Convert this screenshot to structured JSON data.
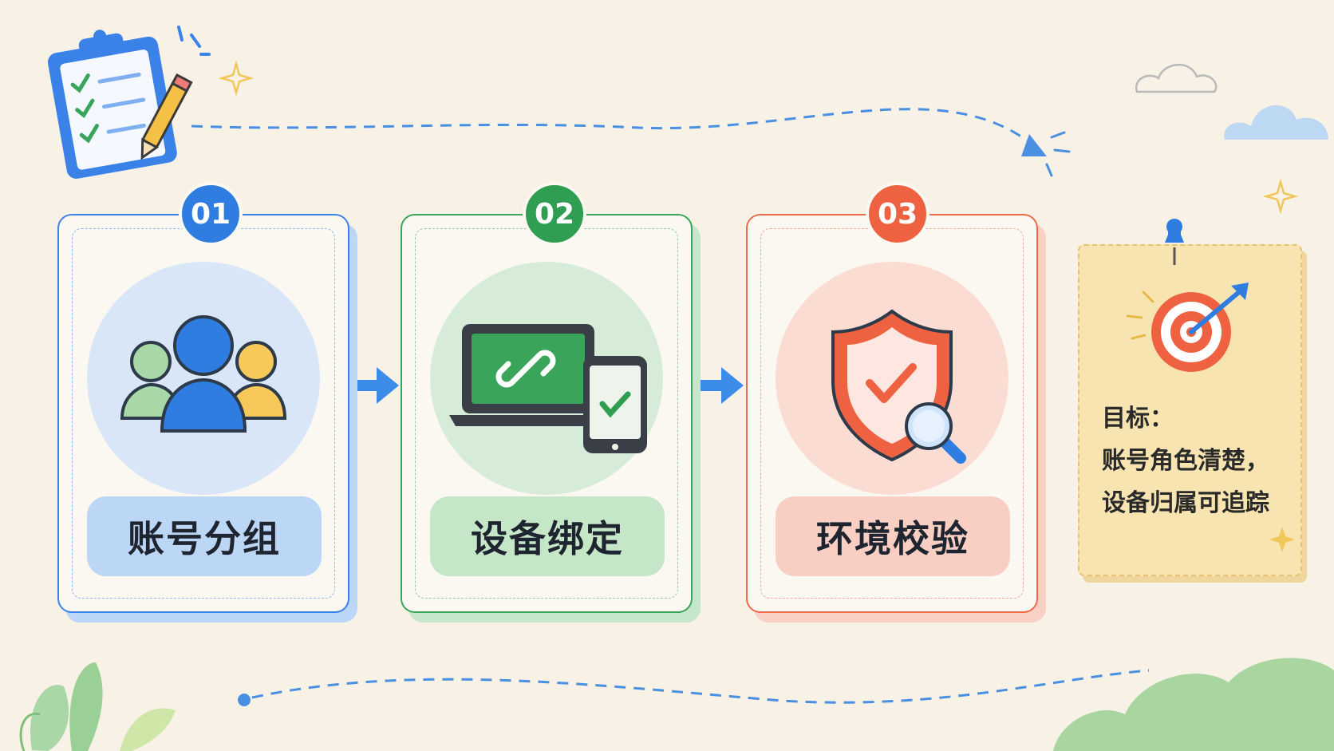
{
  "steps": [
    {
      "number": "01",
      "label": "账号分组",
      "icon": "users-group-icon",
      "color": "#2f7de0"
    },
    {
      "number": "02",
      "label": "设备绑定",
      "icon": "device-link-icon",
      "color": "#2f9d52"
    },
    {
      "number": "03",
      "label": "环境校验",
      "icon": "shield-check-icon",
      "color": "#ee6242"
    }
  ],
  "goal": {
    "title": "目标：",
    "line1": "账号角色清楚，",
    "line2": "设备归属可追踪",
    "icon": "target-icon"
  },
  "colors": {
    "background": "#f8f1e6",
    "note": "#f8e4b0",
    "arrow": "#3b8be8"
  }
}
